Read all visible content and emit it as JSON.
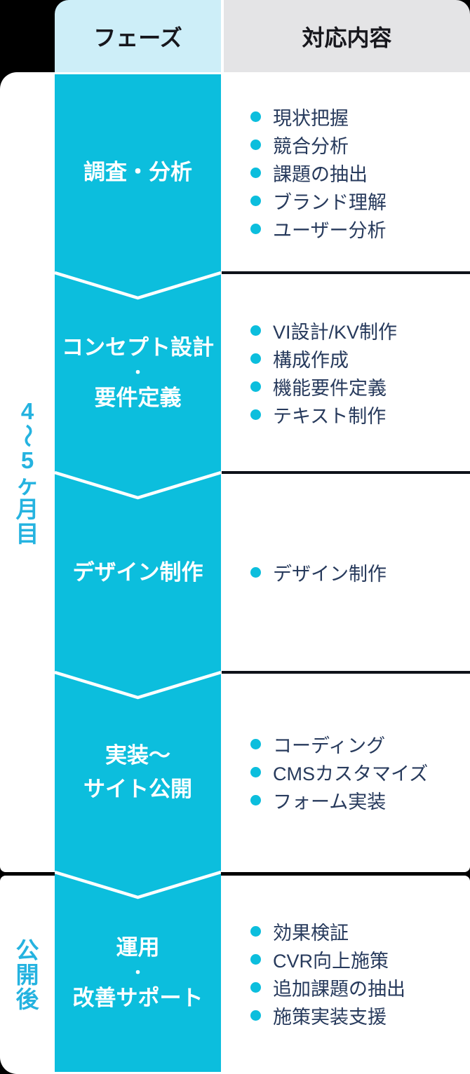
{
  "header": {
    "phase_label": "フェーズ",
    "content_label": "対応内容"
  },
  "sidebar": {
    "groups": [
      {
        "label": "4〜5ヶ月目"
      },
      {
        "label": "公開後"
      }
    ]
  },
  "rows": [
    {
      "phase_lines": [
        "調査・分析"
      ],
      "items": [
        "現状把握",
        "競合分析",
        "課題の抽出",
        "ブランド理解",
        "ユーザー分析"
      ]
    },
    {
      "phase_lines": [
        "コンセプト設計",
        "・",
        "要件定義"
      ],
      "items": [
        "VI設計/KV制作",
        "構成作成",
        "機能要件定義",
        "テキスト制作"
      ]
    },
    {
      "phase_lines": [
        "デザイン制作"
      ],
      "items": [
        "デザイン制作"
      ]
    },
    {
      "phase_lines": [
        "実装〜",
        "サイト公開"
      ],
      "items": [
        "コーディング",
        "CMSカスタマイズ",
        "フォーム実装"
      ]
    },
    {
      "phase_lines": [
        "運用",
        "・",
        "改善サポート"
      ],
      "items": [
        "効果検証",
        "CVR向上施策",
        "追加課題の抽出",
        "施策実装支援"
      ]
    }
  ],
  "colors": {
    "phase_cyan": "#0cbedd",
    "header_cyan_bg": "#cdeef8",
    "header_gray_bg": "#e4e4e6",
    "header_text": "#17171d",
    "item_text": "#273a5c",
    "separator_line": "#0e1219",
    "sidebar_text": "#25b3e0",
    "chevron_white": "#ffffff",
    "panel_bg": "#ffffff",
    "page_bg": "#000000"
  }
}
